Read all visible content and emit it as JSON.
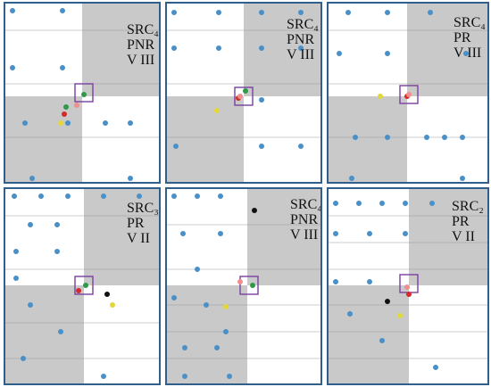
{
  "panels": [
    {
      "label": [
        "SRC₄",
        "PNR",
        "V III"
      ],
      "marks": [
        [
          "blue"
        ],
        [
          "blue"
        ],
        [
          "blue"
        ],
        [
          "blue"
        ],
        [
          "blue"
        ],
        [
          "blue"
        ],
        [
          "blue"
        ],
        [
          "blue"
        ],
        [
          "blue"
        ],
        [
          "blue"
        ],
        [
          "green"
        ],
        [
          "green"
        ],
        [
          "red"
        ],
        [
          "yellow"
        ],
        [
          "pink"
        ]
      ]
    },
    {
      "label": [
        "SRC₄",
        "PNR",
        "V III"
      ],
      "marks": [
        [
          "blue"
        ],
        [
          "blue"
        ],
        [
          "blue"
        ],
        [
          "blue"
        ],
        [
          "blue"
        ],
        [
          "blue"
        ],
        [
          "blue"
        ],
        [
          "blue"
        ],
        [
          "blue"
        ],
        [
          "blue"
        ],
        [
          "blue"
        ],
        [
          "blue"
        ],
        [
          "green"
        ],
        [
          "red"
        ],
        [
          "yellow"
        ],
        [
          "pink"
        ]
      ]
    },
    {
      "label": [
        "SRC₄",
        "PR",
        "V III"
      ],
      "marks": [
        [
          "blue"
        ],
        [
          "blue"
        ],
        [
          "blue"
        ],
        [
          "blue"
        ],
        [
          "blue"
        ],
        [
          "blue"
        ],
        [
          "blue"
        ],
        [
          "blue"
        ],
        [
          "blue"
        ],
        [
          "blue"
        ],
        [
          "blue"
        ],
        [
          "blue"
        ],
        [
          "blue"
        ],
        [
          "red"
        ],
        [
          "yellow"
        ],
        [
          "pink"
        ]
      ]
    },
    {
      "label": [
        "SRC₃",
        "PR",
        "V II"
      ],
      "marks": [
        [
          "blue"
        ],
        [
          "blue"
        ],
        [
          "blue"
        ],
        [
          "blue"
        ],
        [
          "blue"
        ],
        [
          "blue"
        ],
        [
          "blue"
        ],
        [
          "blue"
        ],
        [
          "blue"
        ],
        [
          "blue"
        ],
        [
          "blue"
        ],
        [
          "blue"
        ],
        [
          "blue"
        ],
        [
          "blue"
        ],
        [
          "red"
        ],
        [
          "green"
        ],
        [
          "black"
        ],
        [
          "yellow"
        ]
      ]
    },
    {
      "label": [
        "SRC₄",
        "PNR",
        "V III"
      ],
      "marks": [
        [
          "blue"
        ],
        [
          "blue"
        ],
        [
          "blue"
        ],
        [
          "blue"
        ],
        [
          "blue"
        ],
        [
          "blue"
        ],
        [
          "blue"
        ],
        [
          "blue"
        ],
        [
          "blue"
        ],
        [
          "blue"
        ],
        [
          "blue"
        ],
        [
          "blue"
        ],
        [
          "blue"
        ],
        [
          "black"
        ],
        [
          "green"
        ],
        [
          "pink"
        ],
        [
          "yellow"
        ]
      ]
    },
    {
      "label": [
        "SRC₂",
        "PR",
        "V II"
      ],
      "marks": [
        [
          "blue"
        ],
        [
          "blue"
        ],
        [
          "blue"
        ],
        [
          "blue"
        ],
        [
          "blue"
        ],
        [
          "blue"
        ],
        [
          "blue"
        ],
        [
          "blue"
        ],
        [
          "blue"
        ],
        [
          "blue"
        ],
        [
          "blue"
        ],
        [
          "blue"
        ],
        [
          "blue"
        ],
        [
          "black"
        ],
        [
          "red"
        ],
        [
          "yellow"
        ],
        [
          "pink"
        ]
      ]
    }
  ],
  "colors": {
    "border": "#2f5f8a",
    "shade": "#c9c9c9",
    "grid": "#9a9a9a",
    "box": "#7a3fa0",
    "blue": "#4a90c8",
    "green": "#2e9a48",
    "red": "#d42a2a",
    "yellow": "#e0d83a",
    "pink": "#f08d8d",
    "black": "#111111"
  }
}
